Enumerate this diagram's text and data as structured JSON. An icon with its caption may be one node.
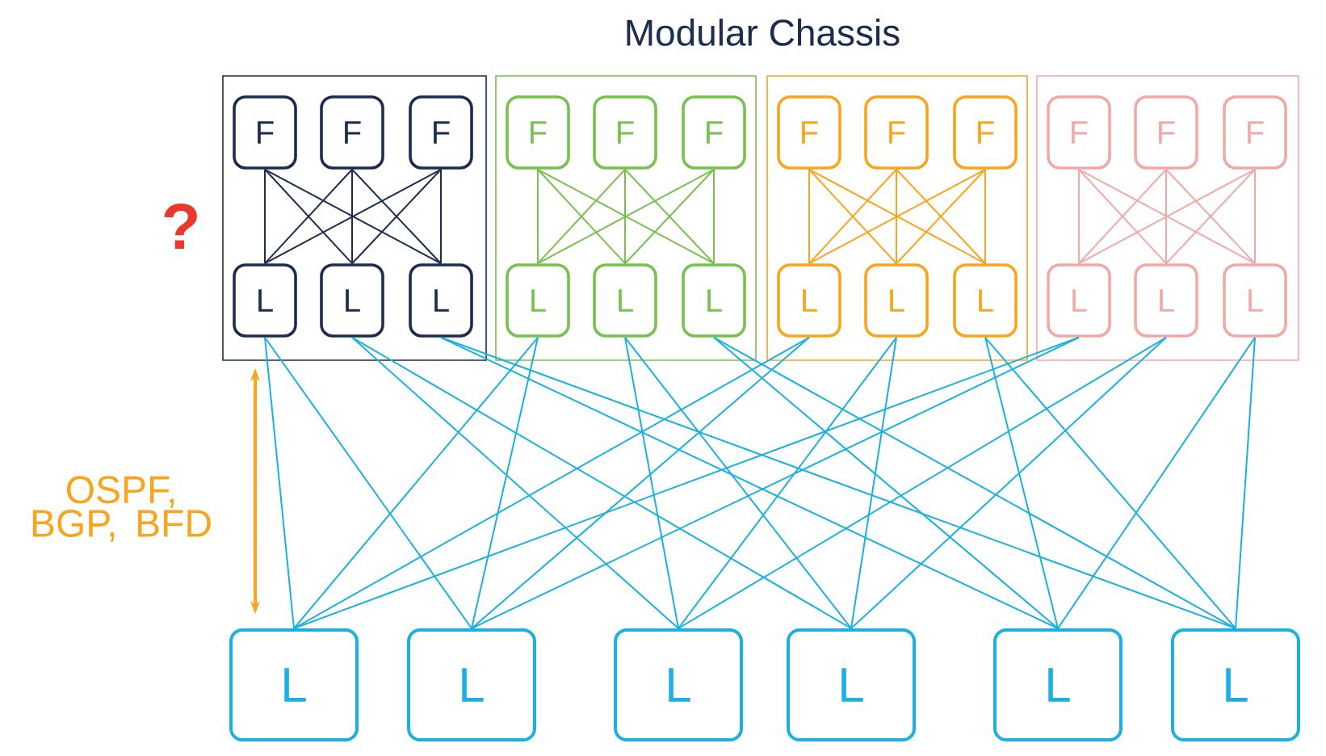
{
  "diagram": {
    "title": "Modular Chassis",
    "nodes": [
      {
        "text": [],
        "shape": "box"
      },
      {
        "text": [
          "F"
        ],
        "in": 0
      },
      {
        "text": [
          "F"
        ],
        "in": 0
      },
      {
        "text": [
          "F"
        ],
        "in": 0
      },
      {
        "text": [
          "L"
        ],
        "in": 0
      },
      {
        "text": [
          "L"
        ],
        "in": 0
      },
      {
        "text": [
          "L"
        ],
        "in": 0
      },
      {
        "text": [],
        "shape": "box"
      },
      {
        "text": [
          "F"
        ],
        "in": 7
      },
      {
        "text": [
          "F"
        ],
        "in": 7
      },
      {
        "text": [
          "F"
        ],
        "in": 7
      },
      {
        "text": [
          "L"
        ],
        "in": 7
      },
      {
        "text": [
          "L"
        ],
        "in": 7
      },
      {
        "text": [
          "L"
        ],
        "in": 7
      },
      {
        "text": [],
        "shape": "box"
      },
      {
        "text": [
          "F"
        ],
        "in": 14
      },
      {
        "text": [
          "F"
        ],
        "in": 14
      },
      {
        "text": [
          "F"
        ],
        "in": 14
      },
      {
        "text": [
          "L"
        ],
        "in": 14
      },
      {
        "text": [
          "L"
        ],
        "in": 14
      },
      {
        "text": [
          "L"
        ],
        "in": 14
      },
      {
        "text": [],
        "shape": "box"
      },
      {
        "text": [
          "F"
        ],
        "in": 21
      },
      {
        "text": [
          "F"
        ],
        "in": 21
      },
      {
        "text": [
          "F"
        ],
        "in": 21
      },
      {
        "text": [
          "L"
        ],
        "in": 21
      },
      {
        "text": [
          "L"
        ],
        "in": 21
      },
      {
        "text": [
          "L"
        ],
        "in": 21
      },
      {
        "text": [
          "L"
        ]
      },
      {
        "text": [
          "L"
        ]
      },
      {
        "text": [
          "L"
        ]
      },
      {
        "text": [
          "L"
        ]
      },
      {
        "text": [
          "L"
        ]
      },
      {
        "text": [
          "L"
        ]
      }
    ],
    "edges": [
      {
        "from": 1,
        "to": 4,
        "arrow": "none",
        "color": "#1b2d4f"
      },
      {
        "from": 1,
        "to": 5,
        "arrow": "none",
        "color": "#1b2d4f"
      },
      {
        "from": 1,
        "to": 6,
        "arrow": "none",
        "color": "#1b2d4f"
      },
      {
        "from": 2,
        "to": 4,
        "arrow": "none",
        "color": "#1b2d4f"
      },
      {
        "from": 2,
        "to": 5,
        "arrow": "none",
        "color": "#1b2d4f"
      },
      {
        "from": 2,
        "to": 6,
        "arrow": "none",
        "color": "#1b2d4f"
      },
      {
        "from": 3,
        "to": 4,
        "arrow": "none",
        "color": "#1b2d4f"
      },
      {
        "from": 3,
        "to": 5,
        "arrow": "none",
        "color": "#1b2d4f"
      },
      {
        "from": 3,
        "to": 6,
        "arrow": "none",
        "color": "#1b2d4f"
      },
      {
        "from": 8,
        "to": 11,
        "arrow": "none",
        "color": "#78c04f"
      },
      {
        "from": 8,
        "to": 12,
        "arrow": "none",
        "color": "#78c04f"
      },
      {
        "from": 8,
        "to": 13,
        "arrow": "none",
        "color": "#78c04f"
      },
      {
        "from": 9,
        "to": 11,
        "arrow": "none",
        "color": "#78c04f"
      },
      {
        "from": 9,
        "to": 12,
        "arrow": "none",
        "color": "#78c04f"
      },
      {
        "from": 9,
        "to": 13,
        "arrow": "none",
        "color": "#78c04f"
      },
      {
        "from": 10,
        "to": 11,
        "arrow": "none",
        "color": "#78c04f"
      },
      {
        "from": 10,
        "to": 12,
        "arrow": "none",
        "color": "#78c04f"
      },
      {
        "from": 10,
        "to": 13,
        "arrow": "none",
        "color": "#78c04f"
      },
      {
        "from": 15,
        "to": 18,
        "arrow": "none",
        "color": "#f8a51c"
      },
      {
        "from": 15,
        "to": 19,
        "arrow": "none",
        "color": "#f8a51c"
      },
      {
        "from": 15,
        "to": 20,
        "arrow": "none",
        "color": "#f8a51c"
      },
      {
        "from": 16,
        "to": 18,
        "arrow": "none",
        "color": "#f8a51c"
      },
      {
        "from": 16,
        "to": 19,
        "arrow": "none",
        "color": "#f8a51c"
      },
      {
        "from": 16,
        "to": 20,
        "arrow": "none",
        "color": "#f8a51c"
      },
      {
        "from": 17,
        "to": 18,
        "arrow": "none",
        "color": "#f8a51c"
      },
      {
        "from": 17,
        "to": 19,
        "arrow": "none",
        "color": "#f8a51c"
      },
      {
        "from": 17,
        "to": 20,
        "arrow": "none",
        "color": "#f8a51c"
      },
      {
        "from": 22,
        "to": 25,
        "arrow": "none",
        "color": "#f2a9a6"
      },
      {
        "from": 22,
        "to": 26,
        "arrow": "none",
        "color": "#f2a9a6"
      },
      {
        "from": 22,
        "to": 27,
        "arrow": "none",
        "color": "#f2a9a6"
      },
      {
        "from": 23,
        "to": 25,
        "arrow": "none",
        "color": "#f2a9a6"
      },
      {
        "from": 23,
        "to": 26,
        "arrow": "none",
        "color": "#f2a9a6"
      },
      {
        "from": 23,
        "to": 27,
        "arrow": "none",
        "color": "#f2a9a6"
      },
      {
        "from": 24,
        "to": 25,
        "arrow": "none",
        "color": "#f2a9a6"
      },
      {
        "from": 24,
        "to": 26,
        "arrow": "none",
        "color": "#f2a9a6"
      },
      {
        "from": 24,
        "to": 27,
        "arrow": "none",
        "color": "#f2a9a6"
      },
      {
        "from": 4,
        "to": 28,
        "arrow": "none"
      },
      {
        "from": 4,
        "to": 29,
        "arrow": "none"
      },
      {
        "from": 5,
        "to": 30,
        "arrow": "none"
      },
      {
        "from": 5,
        "to": 31,
        "arrow": "none"
      },
      {
        "from": 6,
        "to": 32,
        "arrow": "none"
      },
      {
        "from": 6,
        "to": 33,
        "arrow": "none"
      },
      {
        "from": 11,
        "to": 28,
        "arrow": "none"
      },
      {
        "from": 11,
        "to": 29,
        "arrow": "none"
      },
      {
        "from": 12,
        "to": 30,
        "arrow": "none"
      },
      {
        "from": 12,
        "to": 31,
        "arrow": "none"
      },
      {
        "from": 13,
        "to": 32,
        "arrow": "none"
      },
      {
        "from": 13,
        "to": 33,
        "arrow": "none"
      },
      {
        "from": 18,
        "to": 28,
        "arrow": "none"
      },
      {
        "from": 18,
        "to": 29,
        "arrow": "none"
      },
      {
        "from": 19,
        "to": 30,
        "arrow": "none"
      },
      {
        "from": 19,
        "to": 31,
        "arrow": "none"
      },
      {
        "from": 20,
        "to": 32,
        "arrow": "none"
      },
      {
        "from": 20,
        "to": 33,
        "arrow": "none"
      },
      {
        "from": 25,
        "to": 28,
        "arrow": "none"
      },
      {
        "from": 25,
        "to": 29,
        "arrow": "none"
      },
      {
        "from": 26,
        "to": 30,
        "arrow": "none"
      },
      {
        "from": 26,
        "to": 31,
        "arrow": "none"
      },
      {
        "from": 27,
        "to": 32,
        "arrow": "none"
      },
      {
        "from": 27,
        "to": 33,
        "arrow": "none"
      }
    ],
    "labels": [
      "?",
      "OSPF, BGP, BFD"
    ]
  }
}
